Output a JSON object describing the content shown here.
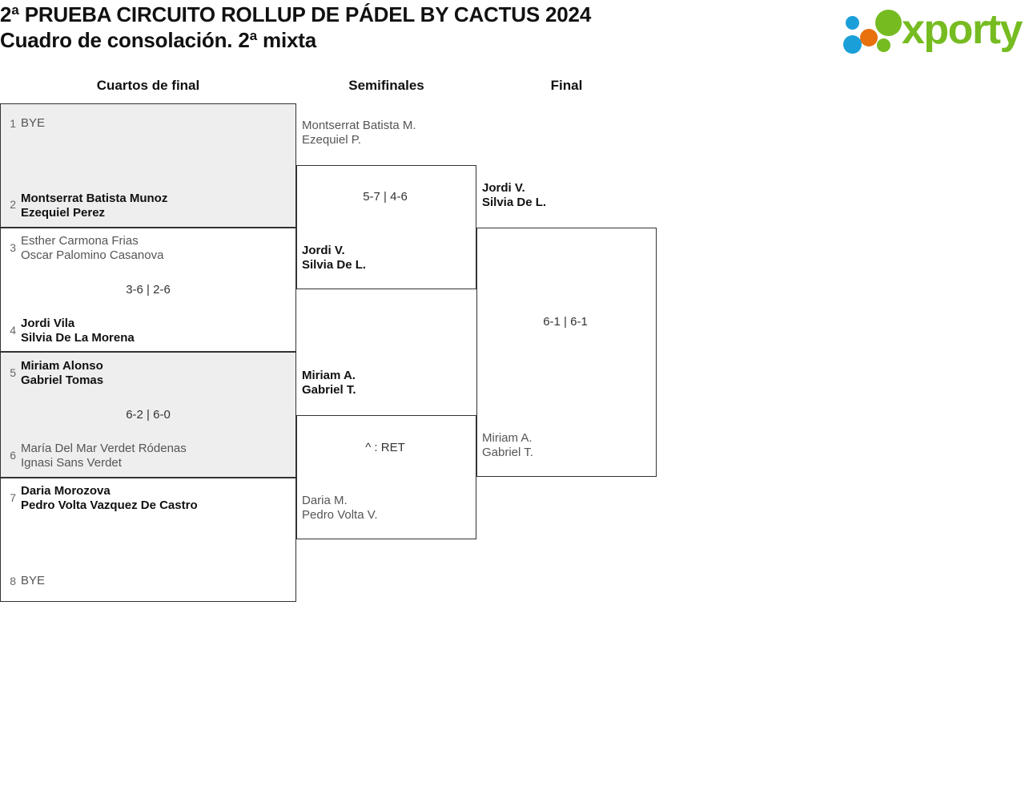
{
  "header": {
    "title_line1": "2ª PRUEBA CIRCUITO ROLLUP DE PÁDEL BY CACTUS 2024",
    "title_line2": "Cuadro de consolación. 2ª mixta",
    "logo_text": "xporty",
    "logo_colors": {
      "green": "#76bc21",
      "blue": "#1a9fd9",
      "orange": "#e8700d"
    }
  },
  "rounds": [
    {
      "label": "Cuartos de final"
    },
    {
      "label": "Semifinales"
    },
    {
      "label": "Final"
    }
  ],
  "bracket": {
    "quarterfinals": [
      {
        "score": "",
        "top": {
          "seed": "1",
          "line1": "BYE",
          "line2": "",
          "winner": false
        },
        "bottom": {
          "seed": "2",
          "line1": "Montserrat Batista Munoz",
          "line2": "Ezequiel Perez",
          "winner": true
        }
      },
      {
        "score": "3-6 | 2-6",
        "top": {
          "seed": "3",
          "line1": "Esther Carmona Frias",
          "line2": "Oscar Palomino Casanova",
          "winner": false
        },
        "bottom": {
          "seed": "4",
          "line1": "Jordi Vila",
          "line2": "Silvia De La Morena",
          "winner": true
        }
      },
      {
        "score": "6-2 | 6-0",
        "top": {
          "seed": "5",
          "line1": "Miriam Alonso",
          "line2": "Gabriel Tomas",
          "winner": true
        },
        "bottom": {
          "seed": "6",
          "line1": "María Del Mar Verdet Ródenas",
          "line2": "Ignasi Sans Verdet",
          "winner": false
        }
      },
      {
        "score": "",
        "top": {
          "seed": "7",
          "line1": "Daria Morozova",
          "line2": "Pedro Volta Vazquez De Castro",
          "winner": true
        },
        "bottom": {
          "seed": "8",
          "line1": "BYE",
          "line2": "",
          "winner": false
        }
      }
    ],
    "semifinals": [
      {
        "score": "5-7 | 4-6",
        "top": {
          "line1": "Montserrat Batista M.",
          "line2": "Ezequiel P.",
          "winner": false
        },
        "bottom": {
          "line1": "Jordi V.",
          "line2": "Silvia De L.",
          "winner": true
        }
      },
      {
        "score": "^ : RET",
        "top": {
          "line1": "Miriam A.",
          "line2": "Gabriel T.",
          "winner": true
        },
        "bottom": {
          "line1": "Daria M.",
          "line2": "Pedro Volta V.",
          "winner": false
        }
      }
    ],
    "final": [
      {
        "score": "6-1 | 6-1",
        "top": {
          "line1": "Jordi V.",
          "line2": "Silvia De L.",
          "winner": true
        },
        "bottom": {
          "line1": "Miriam A.",
          "line2": "Gabriel T.",
          "winner": false
        }
      }
    ]
  }
}
